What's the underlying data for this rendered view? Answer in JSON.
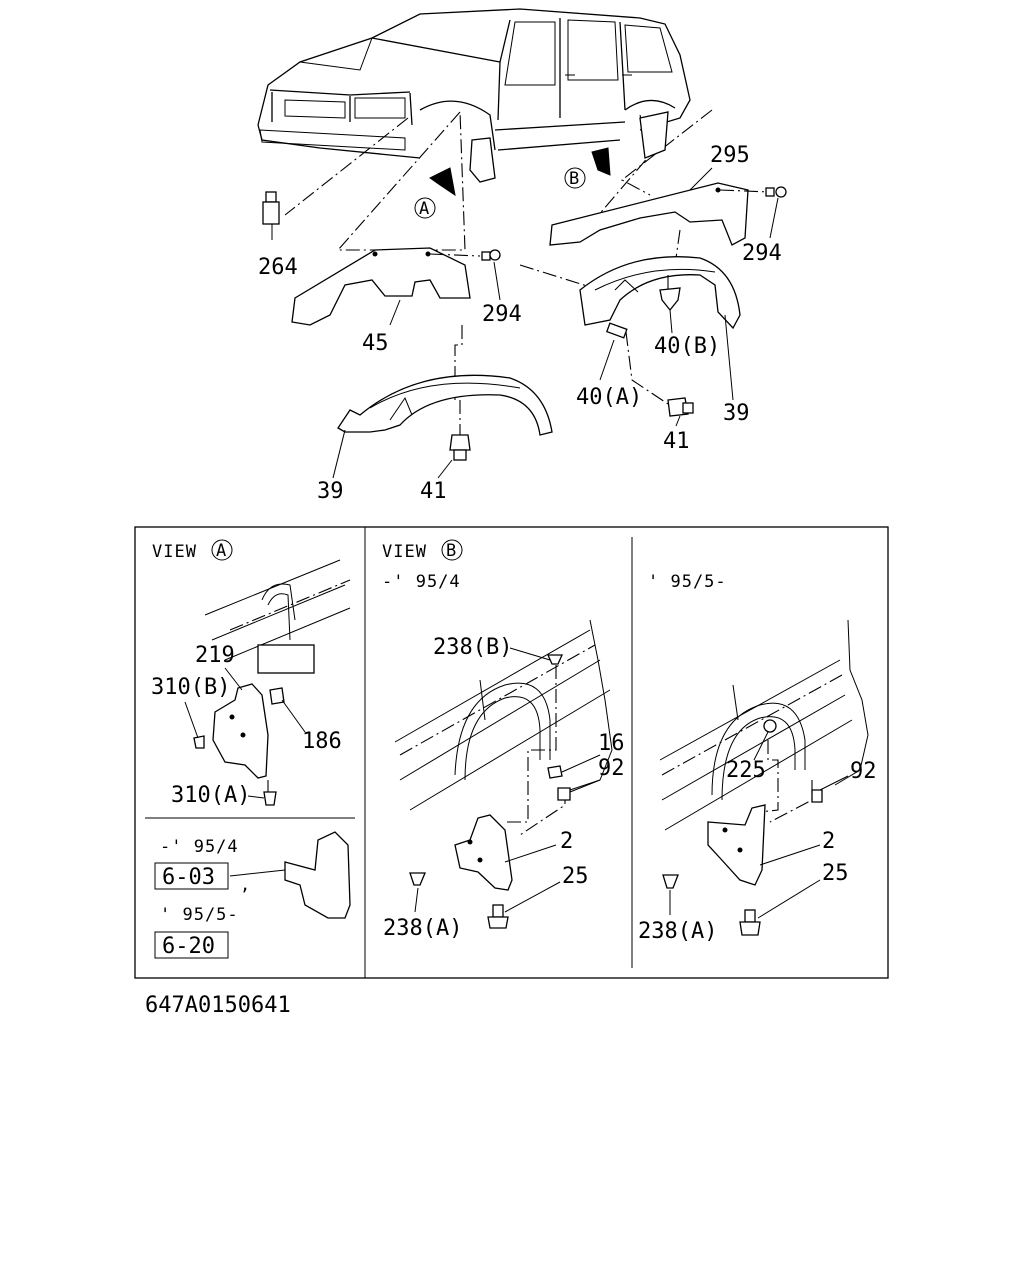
{
  "diagram": {
    "figure_id": "647A0150641",
    "callouts": {
      "p264": "264",
      "p45": "45",
      "p294_a": "294",
      "p39_a": "39",
      "p41_a": "41",
      "p295": "295",
      "p294_b": "294",
      "p40b": "40(B)",
      "p39_b": "39",
      "p40a": "40(A)",
      "p41_b": "41"
    },
    "markers": {
      "a": "A",
      "b": "B"
    },
    "views": {
      "view_a": {
        "title": "VIEW",
        "marker": "A",
        "labels": {
          "p219": "219",
          "p310b": "310(B)",
          "p186": "186",
          "p310a": "310(A)"
        },
        "refs": [
          {
            "period": "-' 95/4",
            "page": "6-03"
          },
          {
            "period": "' 95/5-",
            "page": "6-20"
          }
        ]
      },
      "view_b": {
        "title": "VIEW",
        "marker": "B",
        "left": {
          "period": "-' 95/4",
          "labels": {
            "p238b": "238(B)",
            "p16": "16",
            "p92": "92",
            "p2": "2",
            "p25": "25",
            "p238a": "238(A)"
          }
        },
        "right": {
          "period": "' 95/5-",
          "labels": {
            "p225": "225",
            "p92": "92",
            "p2": "2",
            "p25": "25",
            "p238a": "238(A)"
          }
        }
      }
    }
  }
}
